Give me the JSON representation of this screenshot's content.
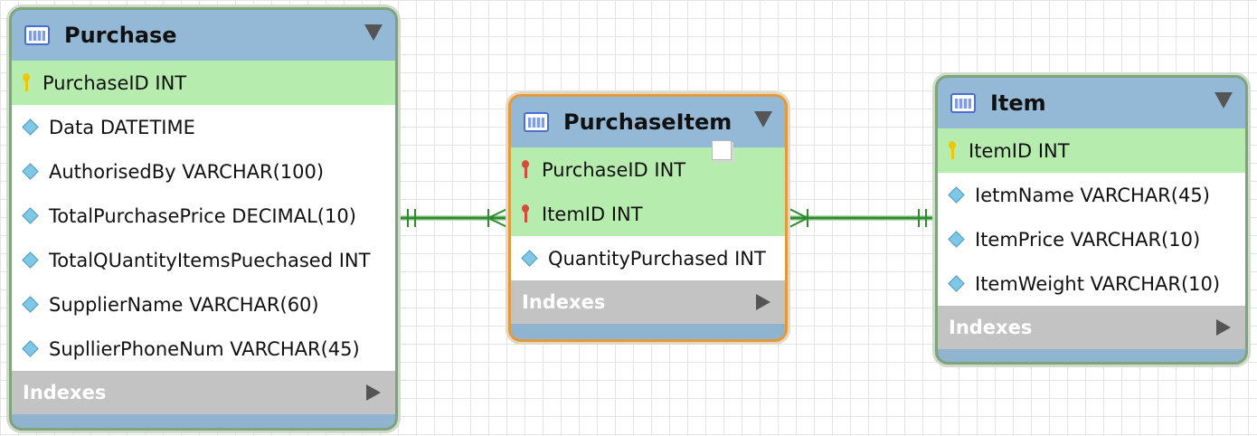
{
  "tables": {
    "purchase": {
      "title": "Purchase",
      "columns": [
        {
          "label": "PurchaseID INT",
          "key": "primary"
        },
        {
          "label": "Data DATETIME",
          "key": "none"
        },
        {
          "label": "AuthorisedBy VARCHAR(100)",
          "key": "none"
        },
        {
          "label": "TotalPurchasePrice DECIMAL(10)",
          "key": "none"
        },
        {
          "label": "TotalQUantityItemsPuechased INT",
          "key": "none"
        },
        {
          "label": "SupplierName VARCHAR(60)",
          "key": "none"
        },
        {
          "label": "SupllierPhoneNum VARCHAR(45)",
          "key": "none"
        }
      ],
      "indexes_label": "Indexes"
    },
    "purchase_item": {
      "title": "PurchaseItem",
      "columns": [
        {
          "label": "PurchaseID INT",
          "key": "foreign-primary"
        },
        {
          "label": "ItemID INT",
          "key": "foreign-primary"
        },
        {
          "label": "QuantityPurchased INT",
          "key": "none"
        }
      ],
      "indexes_label": "Indexes"
    },
    "item": {
      "title": "Item",
      "columns": [
        {
          "label": "ItemID INT",
          "key": "primary"
        },
        {
          "label": "IetmName VARCHAR(45)",
          "key": "none"
        },
        {
          "label": "ItemPrice VARCHAR(10)",
          "key": "none"
        },
        {
          "label": "ItemWeight VARCHAR(10)",
          "key": "none"
        }
      ],
      "indexes_label": "Indexes"
    }
  },
  "relationships": [
    {
      "from": "Purchase",
      "to": "PurchaseItem",
      "cardinality": "one-to-many"
    },
    {
      "from": "Item",
      "to": "PurchaseItem",
      "cardinality": "one-to-many"
    }
  ],
  "colors": {
    "header": "#94b9d6",
    "primary_key_row": "#b6ecae",
    "indexes_bar": "#c3c3c3",
    "selected_border": "#e39a3c",
    "table_border": "#7fa37a",
    "relationship_line": "#2e8b2e",
    "primary_key_icon": "#f2c500",
    "foreign_key_icon": "#d84b3a",
    "column_icon": "#7fc7e6"
  }
}
